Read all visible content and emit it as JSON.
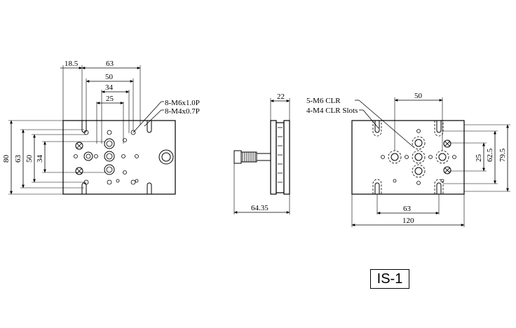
{
  "drawing": {
    "model_label": "IS-1",
    "top_view": {
      "dims": {
        "offset": "18.5",
        "span_63": "63",
        "span_50": "50",
        "span_34": "34",
        "span_25": "25",
        "height_80": "80",
        "height_63": "63",
        "height_50": "50",
        "height_34": "34"
      },
      "callouts": [
        "8-M6x1.0P",
        "8-M4x0.7P"
      ]
    },
    "side_view": {
      "dims": {
        "thickness": "22",
        "length": "64.35"
      }
    },
    "bottom_view": {
      "dims": {
        "span_50": "50",
        "span_63": "63",
        "width": "120",
        "v_25": "25",
        "v_62_5": "62.5",
        "v_79_5": "79.5"
      },
      "callouts": [
        "5-M6 CLR",
        "4-M4 CLR Slots"
      ]
    }
  }
}
